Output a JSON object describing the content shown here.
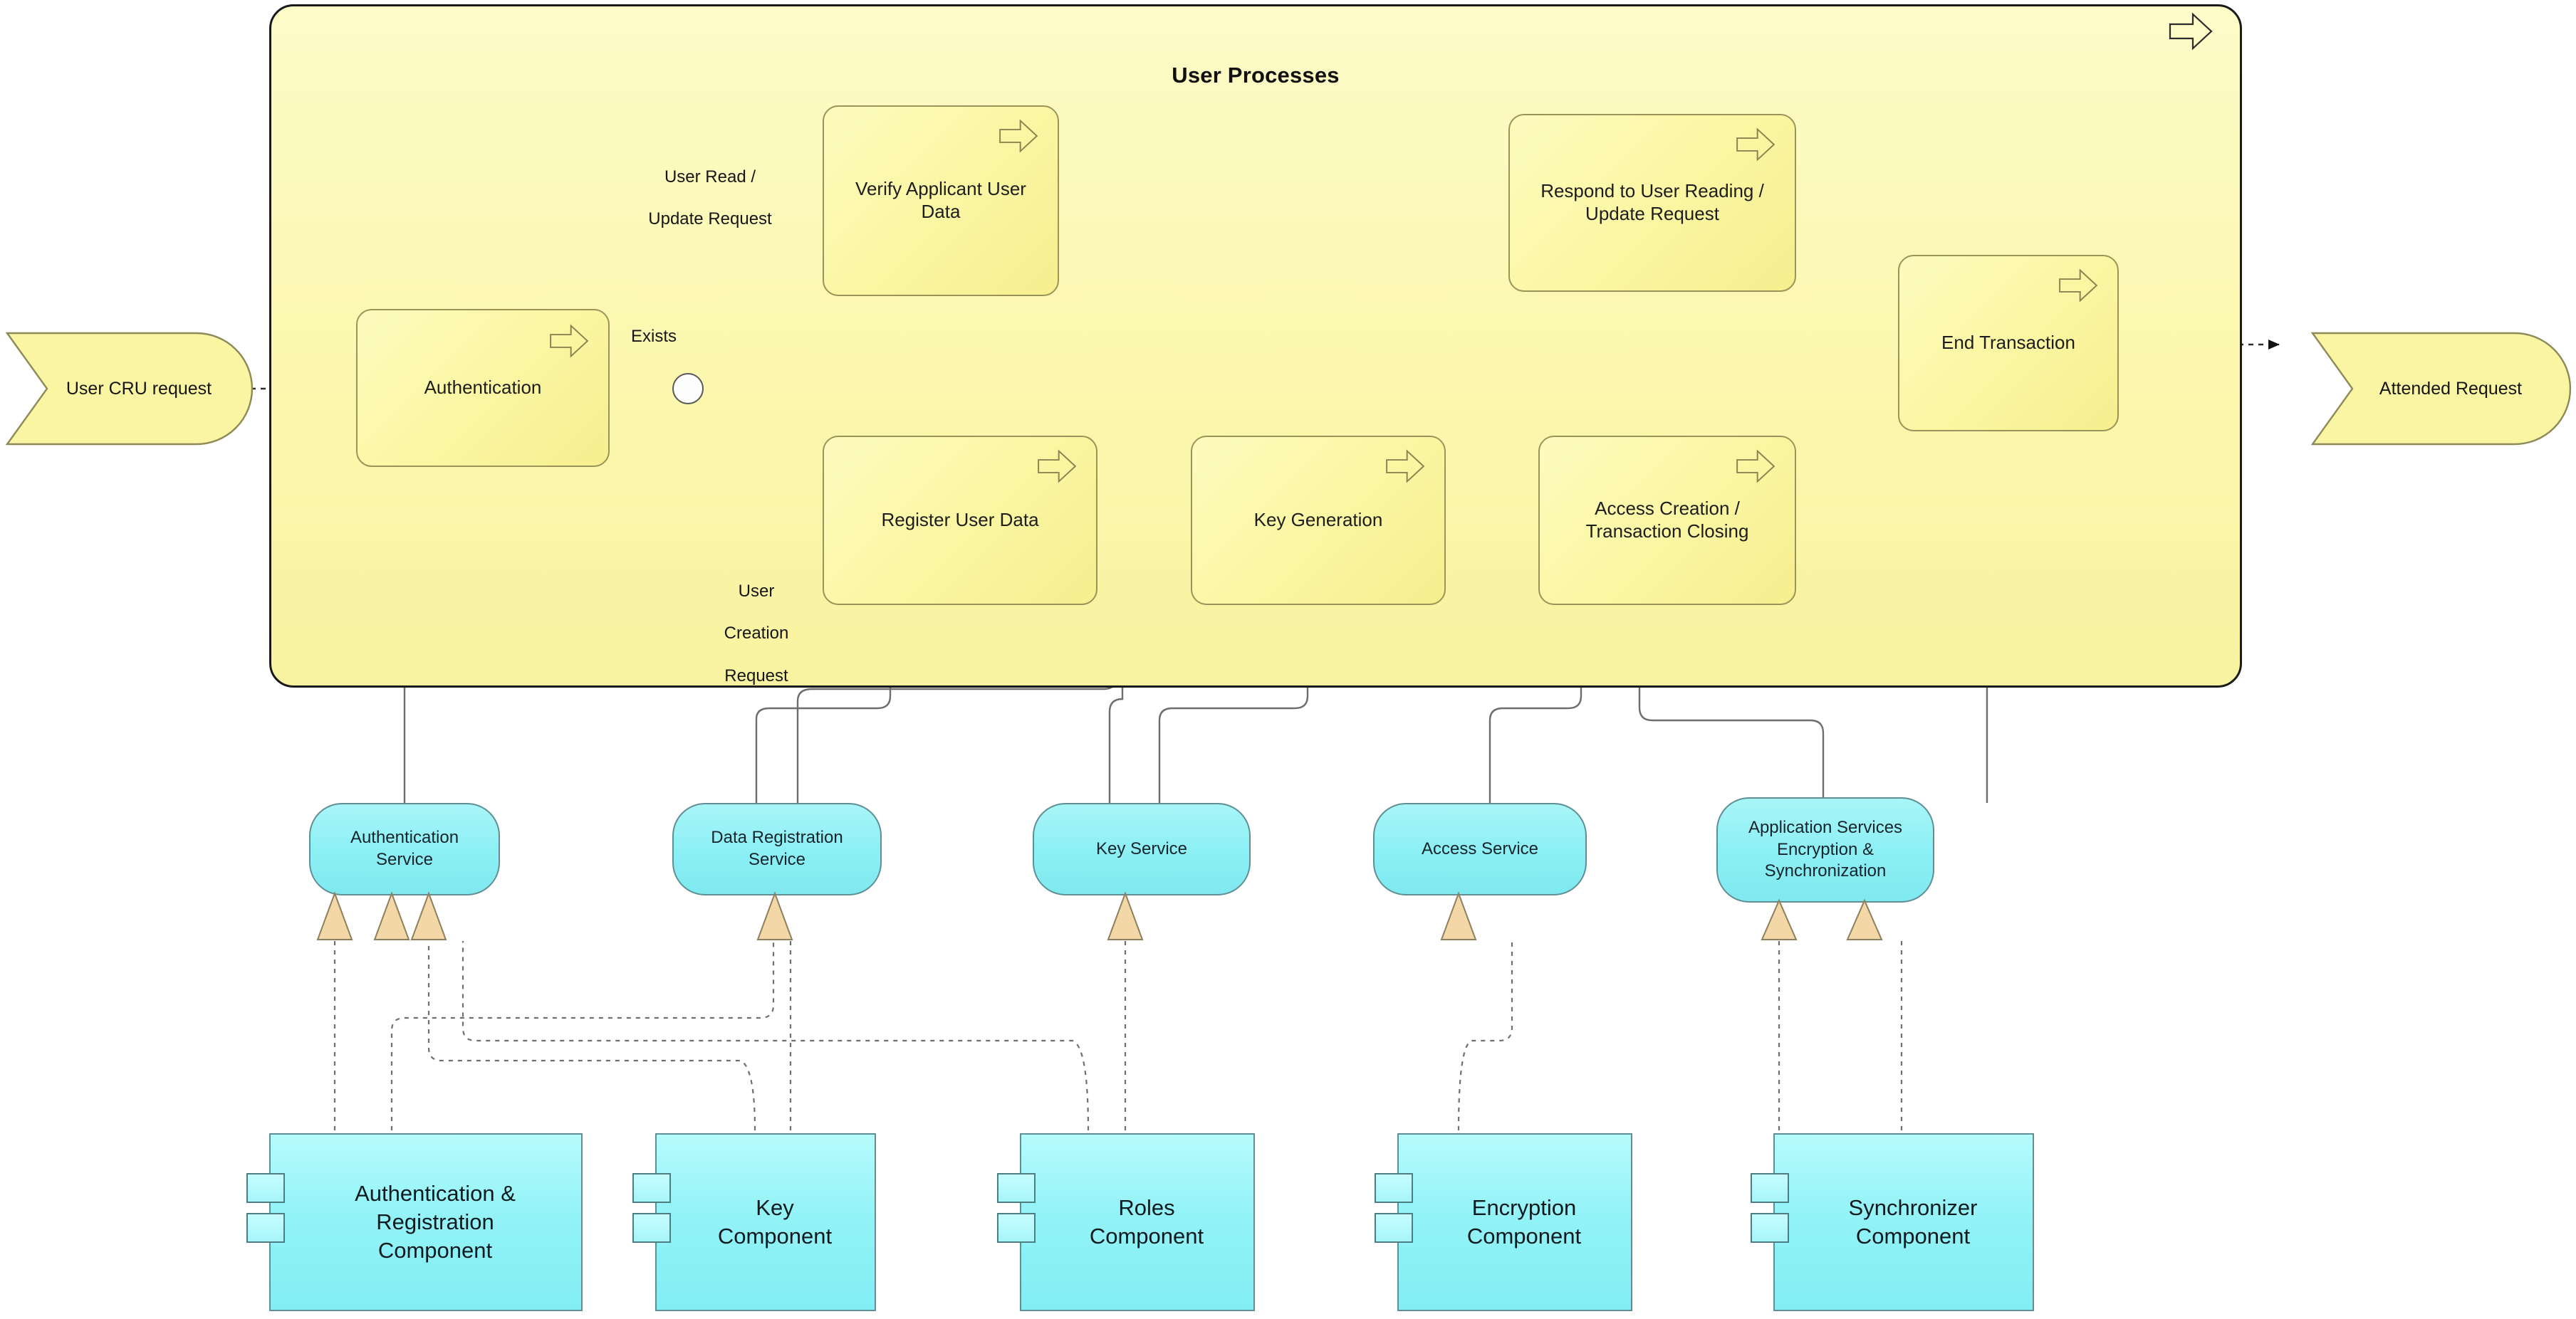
{
  "diagram": {
    "type": "archimate-layered-architecture",
    "title": "User Processes",
    "background_color": "#ffffff"
  },
  "colors": {
    "process_fill": "#fbf7a6",
    "process_stroke": "#9a9458",
    "group_fill": "#fbf7ae",
    "group_stroke": "#1a1a1a",
    "service_fill": "#8df0f5",
    "service_stroke": "#5f8f95",
    "component_fill": "#93f3f7",
    "component_stroke": "#5f8f95",
    "realization_marker": "#f2d3a0",
    "flow_line": "#3a3a3a",
    "serving_line": "#6b6b6b"
  },
  "business_layer": {
    "group_label": "User Processes",
    "input_event": {
      "label": "User CRU request",
      "shape": "chevron-flag"
    },
    "output_event": {
      "label": "Attended Request",
      "shape": "chevron-flag"
    },
    "junction": {
      "label": "",
      "shape": "circle"
    },
    "processes": [
      {
        "id": "authentication",
        "label": "Authentication"
      },
      {
        "id": "verify-applicant",
        "label": "Verify Applicant User\nData",
        "line1": "Verify Applicant User",
        "line2": "Data"
      },
      {
        "id": "respond-user",
        "label": "Respond to User Reading /\nUpdate Request",
        "line1": "Respond to User Reading /",
        "line2": "Update Request"
      },
      {
        "id": "end-transaction",
        "label": "End Transaction"
      },
      {
        "id": "register-user",
        "label": "Register User Data"
      },
      {
        "id": "key-generation",
        "label": "Key Generation"
      },
      {
        "id": "access-creation",
        "label": "Access Creation /\nTransaction Closing",
        "line1": "Access Creation /",
        "line2": "Transaction Closing"
      }
    ],
    "flow_labels": [
      {
        "id": "user-read-update",
        "text": "User Read /\nUpdate Request",
        "line1": "User Read /",
        "line2": "Update Request"
      },
      {
        "id": "exists",
        "text": "Exists"
      },
      {
        "id": "user-creation",
        "text": "User\nCreation\nRequest",
        "line1": "User",
        "line2": "Creation",
        "line3": "Request"
      }
    ]
  },
  "application_layer": {
    "services": [
      {
        "id": "authentication-service",
        "label": "Authentication\nService",
        "line1": "Authentication",
        "line2": "Service"
      },
      {
        "id": "data-registration-service",
        "label": "Data Registration\nService",
        "line1": "Data Registration",
        "line2": "Service"
      },
      {
        "id": "key-service",
        "label": "Key Service",
        "line1": "Key Service",
        "line2": ""
      },
      {
        "id": "access-service",
        "label": "Access Service",
        "line1": "Access Service",
        "line2": ""
      },
      {
        "id": "application-services-encryption-sync",
        "label": "Application Services\nEncryption &\nSynchronization",
        "line1": "Application Services",
        "line2": "Encryption &",
        "line3": "Synchronization"
      }
    ],
    "components": [
      {
        "id": "authentication-registration-component",
        "label": "Authentication &\nRegistration\nComponent",
        "line1": "Authentication &",
        "line2": "Registration",
        "line3": "Component"
      },
      {
        "id": "key-component",
        "label": "Key\nComponent",
        "line1": "Key",
        "line2": "Component"
      },
      {
        "id": "roles-component",
        "label": "Roles\nComponent",
        "line1": "Roles",
        "line2": "Component"
      },
      {
        "id": "encryption-component",
        "label": "Encryption\nComponent",
        "line1": "Encryption",
        "line2": "Component"
      },
      {
        "id": "synchronizer-component",
        "label": "Synchronizer\nComponent",
        "line1": "Synchronizer",
        "line2": "Component"
      }
    ]
  },
  "relationships": {
    "triggering_flows": [
      {
        "from": "User CRU request",
        "to": "Authentication"
      },
      {
        "from": "Authentication",
        "to": "junction",
        "label": "Exists"
      },
      {
        "from": "junction",
        "to": "Verify Applicant User Data",
        "label": "User Read / Update Request"
      },
      {
        "from": "junction",
        "to": "Register User Data",
        "label": "User Creation Request"
      },
      {
        "from": "Verify Applicant User Data",
        "to": "Respond to User Reading / Update Request"
      },
      {
        "from": "Respond to User Reading / Update Request",
        "to": "End Transaction"
      },
      {
        "from": "Register User Data",
        "to": "Key Generation"
      },
      {
        "from": "Key Generation",
        "to": "Access Creation / Transaction Closing"
      },
      {
        "from": "Access Creation / Transaction Closing",
        "to": "End Transaction"
      },
      {
        "from": "End Transaction",
        "to": "Attended Request"
      }
    ],
    "serving": [
      {
        "from": "Authentication Service",
        "to": "Authentication"
      },
      {
        "from": "Data Registration Service",
        "to": "Register User Data"
      },
      {
        "from": "Data Registration Service",
        "to": "Verify Applicant User Data"
      },
      {
        "from": "Key Service",
        "to": "Key Generation"
      },
      {
        "from": "Key Service",
        "to": "Verify Applicant User Data"
      },
      {
        "from": "Access Service",
        "to": "Access Creation / Transaction Closing"
      },
      {
        "from": "Application Services Encryption & Synchronization",
        "to": "End Transaction"
      }
    ],
    "realization": [
      {
        "from": "Authentication & Registration Component",
        "to": "Authentication Service"
      },
      {
        "from": "Authentication & Registration Component",
        "to": "Data Registration Service"
      },
      {
        "from": "Key Component",
        "to": "Data Registration Service"
      },
      {
        "from": "Key Component",
        "to": "Authentication Service"
      },
      {
        "from": "Roles Component",
        "to": "Key Service"
      },
      {
        "from": "Roles Component",
        "to": "Authentication Service"
      },
      {
        "from": "Encryption Component",
        "to": "Access Service"
      },
      {
        "from": "Encryption Component",
        "to": "Application Services Encryption & Synchronization"
      },
      {
        "from": "Synchronizer Component",
        "to": "Application Services Encryption & Synchronization"
      }
    ]
  }
}
